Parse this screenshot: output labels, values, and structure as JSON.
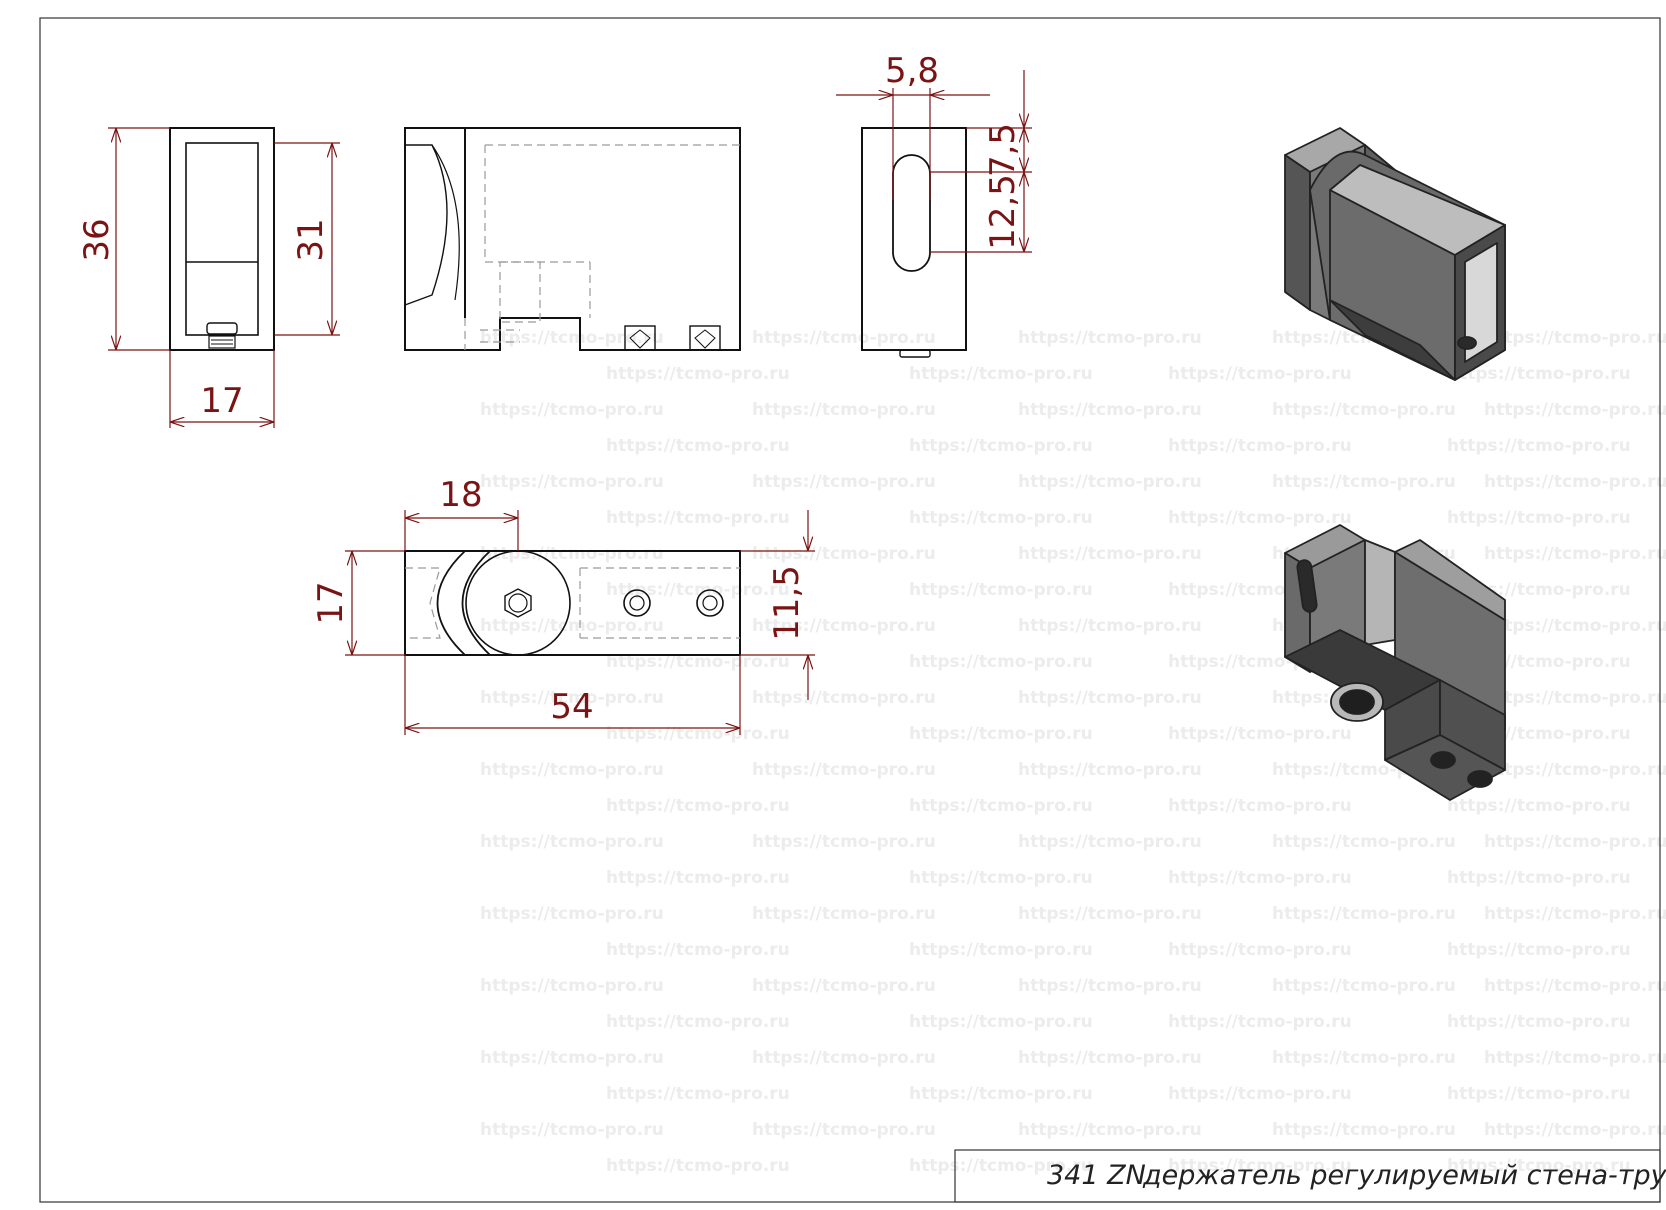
{
  "drawing": {
    "part_code": "341 ZN",
    "part_name": "держатель регулируемый стена-труба",
    "watermark": "https://tcmo-pro.ru",
    "colors": {
      "outline": "#111111",
      "hidden": "#9a9a9a",
      "dimension": "#7a1414",
      "frame": "#333333",
      "shade_dark": "#555555",
      "shade_mid": "#7a7a7a",
      "shade_light": "#a8a8a8"
    }
  },
  "dimensions": {
    "front_height": "36",
    "front_inner_height": "31",
    "front_width": "17",
    "side_slot_width": "5,8",
    "side_slot_top": "7,5",
    "side_slot_length": "12,5",
    "top_offset": "18",
    "top_height": "17",
    "top_length": "54",
    "top_edge": "11,5"
  }
}
